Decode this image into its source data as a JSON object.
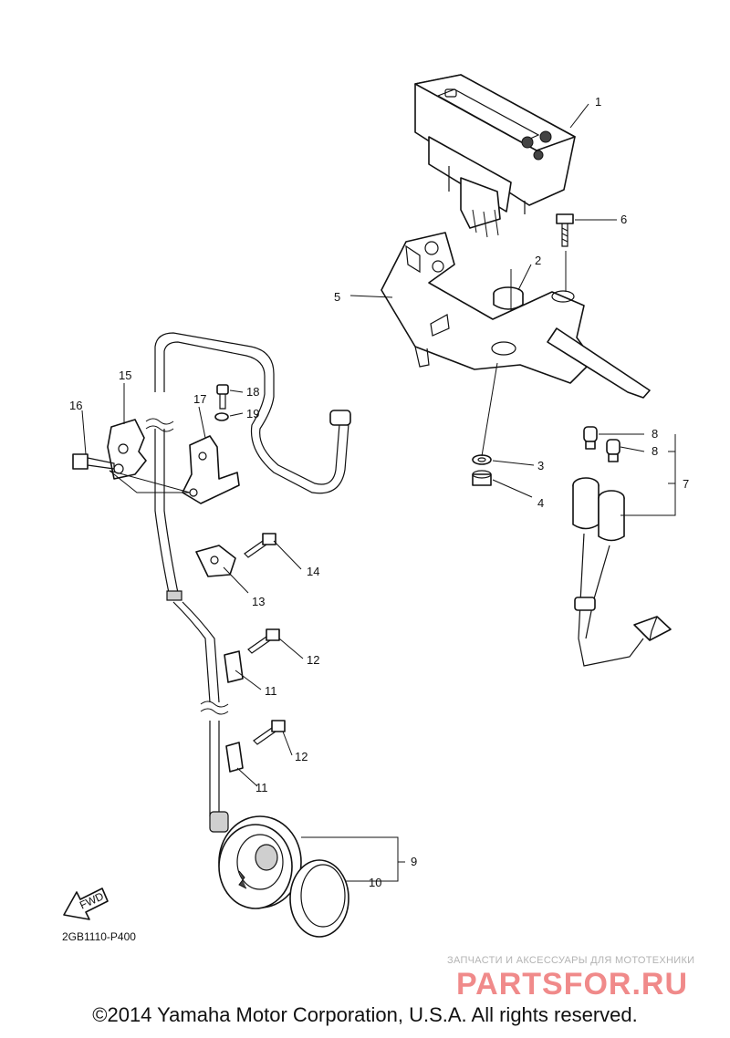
{
  "diagram": {
    "labels": [
      "1",
      "2",
      "3",
      "4",
      "5",
      "6",
      "7",
      "8",
      "8",
      "9",
      "10",
      "11",
      "11",
      "12",
      "12",
      "13",
      "14",
      "15",
      "16",
      "17",
      "18",
      "19"
    ],
    "fwd_label": "FWD",
    "part_code": "2GB1110-P400"
  },
  "watermark": {
    "tagline": "ЗАПЧАСТИ И АКСЕССУАРЫ ДЛЯ МОТОТЕХНИКИ",
    "brand": "PARTSFOR.RU"
  },
  "copyright": "©2014 Yamaha Motor Corporation, U.S.A. All rights reserved."
}
